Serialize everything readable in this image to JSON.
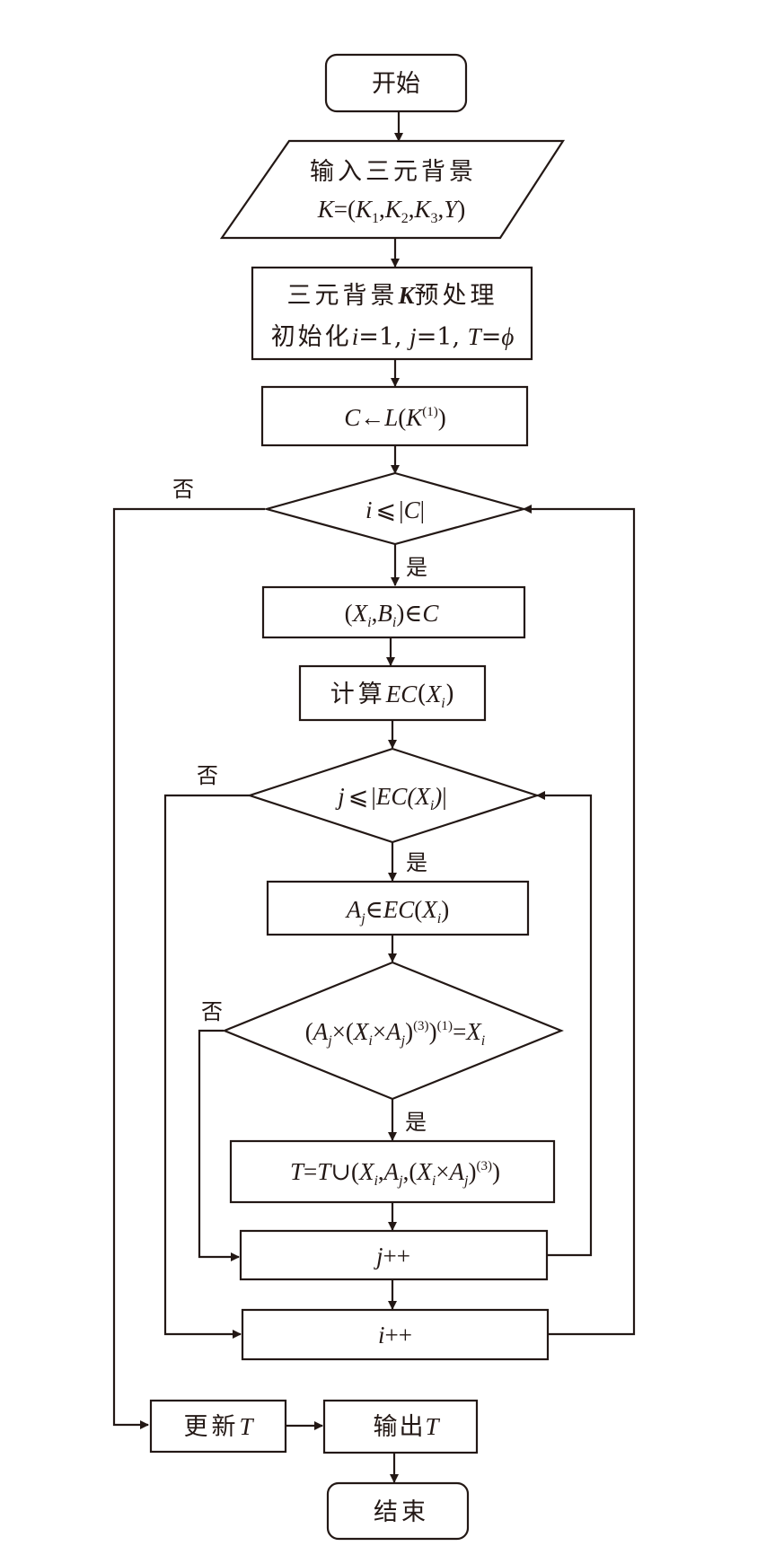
{
  "diagram": {
    "type": "flowchart",
    "colors": {
      "stroke": "#231815",
      "background": "#ffffff"
    },
    "nodes": {
      "start": {
        "kind": "terminator",
        "label": "开始"
      },
      "input": {
        "kind": "io",
        "line1": "输入三元背景",
        "line2_prefix": "K=(K",
        "line2_parts": [
          "K",
          "=(",
          "K",
          "1",
          ",",
          "K",
          "2",
          ",",
          "K",
          "3",
          ",",
          "Y",
          ")"
        ]
      },
      "preprocess": {
        "kind": "process",
        "line1_cn": "三元背景",
        "line1_var": "K",
        "line1_cn2": "预处理",
        "line2_cn": "初始化",
        "line2_expr": "i=1, j=1, T=ϕ"
      },
      "compute_c": {
        "kind": "process",
        "expr": "C←L(K",
        "sup": "(1)",
        "tail": ")"
      },
      "cond_i": {
        "kind": "decision",
        "expr": "i ⩽ |C|"
      },
      "pick_xb": {
        "kind": "process",
        "expr": "(Xi,Bi)∈C"
      },
      "calc_ec": {
        "kind": "process",
        "cn": "计算",
        "expr": "EC(Xi)"
      },
      "cond_j": {
        "kind": "decision",
        "expr": "j ⩽ |EC(Xi)|"
      },
      "pick_a": {
        "kind": "process",
        "expr": "Aj∈EC(Xi)"
      },
      "cond_eq": {
        "kind": "decision",
        "expr": "(Aj×(Xi×Aj)^(3))^(1)=Xi"
      },
      "update_t": {
        "kind": "process",
        "expr": "T=T∪(Xi,Aj,(Xi×Aj)^(3))"
      },
      "inc_j": {
        "kind": "process",
        "expr": "j++"
      },
      "inc_i": {
        "kind": "process",
        "expr": "i++"
      },
      "refresh_t": {
        "kind": "process",
        "cn": "更新",
        "var": "T"
      },
      "output_t": {
        "kind": "process",
        "cn": "输出",
        "var": "T"
      },
      "end": {
        "kind": "terminator",
        "label": "结束"
      }
    },
    "edge_labels": {
      "yes": "是",
      "no": "否"
    },
    "edges": [
      {
        "from": "start",
        "to": "input"
      },
      {
        "from": "input",
        "to": "preprocess"
      },
      {
        "from": "preprocess",
        "to": "compute_c"
      },
      {
        "from": "compute_c",
        "to": "cond_i"
      },
      {
        "from": "cond_i",
        "to": "pick_xb",
        "label": "是"
      },
      {
        "from": "cond_i",
        "to": "refresh_t",
        "label": "否"
      },
      {
        "from": "pick_xb",
        "to": "calc_ec"
      },
      {
        "from": "calc_ec",
        "to": "cond_j"
      },
      {
        "from": "cond_j",
        "to": "pick_a",
        "label": "是"
      },
      {
        "from": "cond_j",
        "to": "inc_i",
        "label": "否"
      },
      {
        "from": "pick_a",
        "to": "cond_eq"
      },
      {
        "from": "cond_eq",
        "to": "update_t",
        "label": "是"
      },
      {
        "from": "cond_eq",
        "to": "inc_j",
        "label": "否"
      },
      {
        "from": "update_t",
        "to": "inc_j"
      },
      {
        "from": "inc_j",
        "to": "cond_j"
      },
      {
        "from": "inc_j",
        "to": "inc_i"
      },
      {
        "from": "inc_i",
        "to": "cond_i"
      },
      {
        "from": "refresh_t",
        "to": "output_t"
      },
      {
        "from": "output_t",
        "to": "end"
      }
    ]
  },
  "text": {
    "start": "开始",
    "input_l1": "输入三元背景",
    "K": "K",
    "eqparen": "=(",
    "comma": ",",
    "rparen": ")",
    "lparen": "(",
    "Y": "Y",
    "s1": "1",
    "s2": "2",
    "s3": "3",
    "pre_cn1": "三元背景",
    "pre_cn2": "预处理",
    "pre_cn3": "初始化",
    "pre_expr_i": "i",
    "pre_expr_eq1": "=1, ",
    "pre_expr_j": "j",
    "pre_expr_eq2": "=1, ",
    "pre_expr_T": "T",
    "pre_expr_eq3": "=",
    "empty": "ϕ",
    "C": "C",
    "larrow": "←",
    "L": "L",
    "sup1": "(1)",
    "sup3": "(3)",
    "i": "i",
    "j": "j",
    "le": "⩽",
    "bar": "|",
    "X": "X",
    "B": "B",
    "elem": "∈",
    "calc": "计算",
    "EC": "EC",
    "A": "A",
    "times": "×",
    "eq": "=",
    "T": "T",
    "union": "∪",
    "plusplus": "++",
    "refresh": "更新",
    "output": "输出",
    "end": "结束",
    "yes": "是",
    "no": "否"
  }
}
